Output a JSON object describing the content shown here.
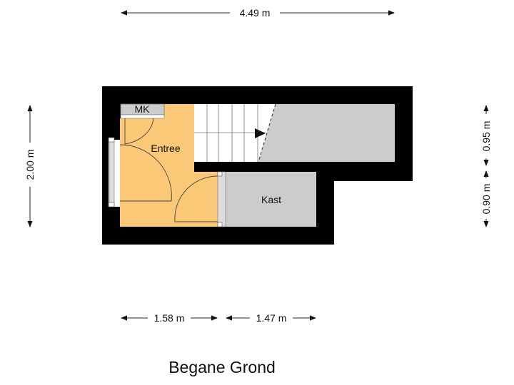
{
  "floor_title": "Begane Grond",
  "dimensions": {
    "top_width": "4.49 m",
    "left_height": "2.00 m",
    "right_upper": "0.95 m",
    "right_lower": "0.90 m",
    "bottom_left": "1.58 m",
    "bottom_right": "1.47 m"
  },
  "rooms": {
    "entree": "Entree",
    "meter_cupboard": "MK",
    "kast": "Kast"
  },
  "colors": {
    "wall": "#000000",
    "entree_fill": "#fbc878",
    "gray_fill": "#cccccc",
    "stairs_fill": "#ffffff",
    "dim_line": "#555555"
  }
}
